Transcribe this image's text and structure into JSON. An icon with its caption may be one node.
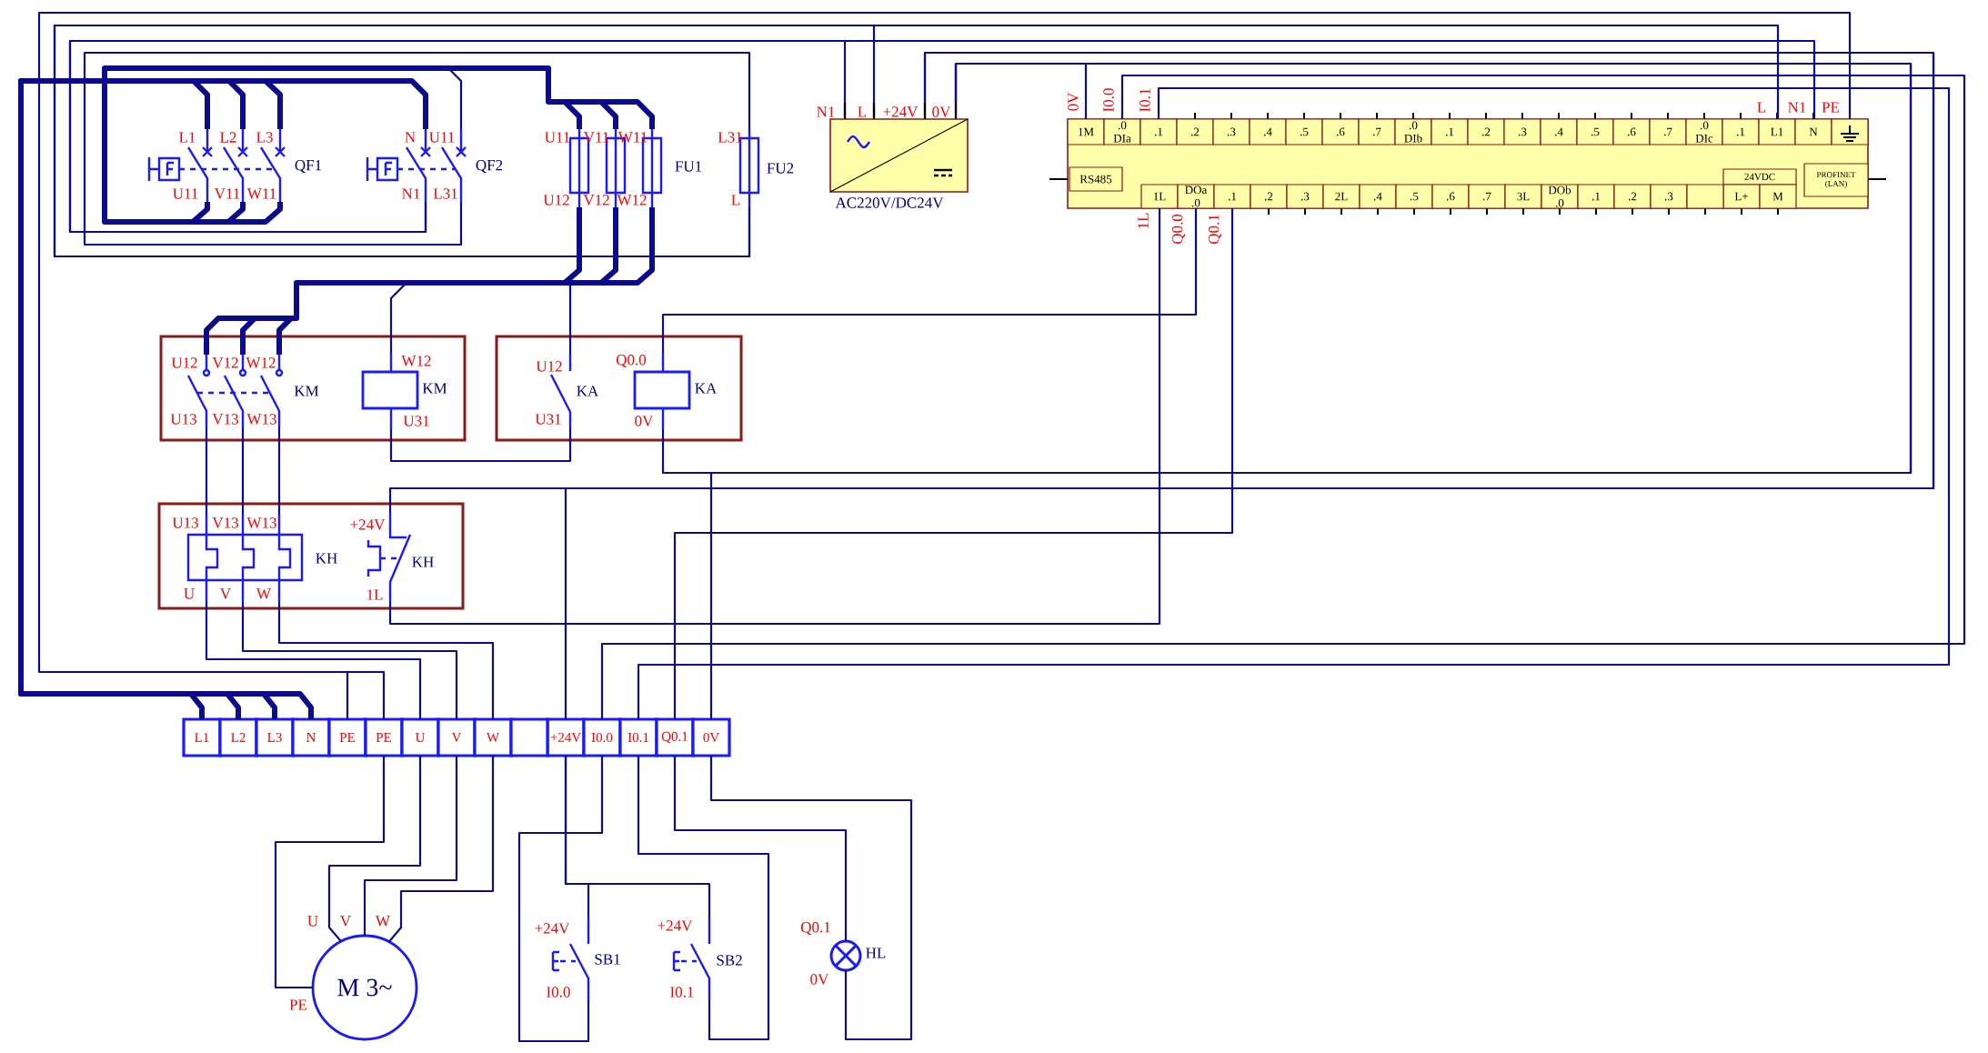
{
  "diagram": {
    "nodes": [
      {
        "text": [
          "L1",
          "L2",
          "L3",
          "QF1",
          "U11",
          "V11",
          "W11"
        ]
      },
      {
        "text": [
          "N",
          "U11",
          "QF2",
          "N1",
          "L31"
        ]
      },
      {
        "text": [
          "U11",
          "V11",
          "W11",
          "FU1",
          "U12",
          "V12",
          "W12"
        ]
      },
      {
        "text": [
          "L31",
          "FU2",
          "L"
        ]
      },
      {
        "text": [
          "N1",
          "L",
          "+24V",
          "0V",
          "AC220V/DC24V"
        ]
      },
      {
        "text": [
          "1M",
          ".0 DIa",
          ".1",
          ".2",
          ".3",
          ".4",
          ".5",
          ".6",
          ".7",
          ".0 DIb",
          ".1",
          ".2",
          ".3",
          ".4",
          ".5",
          ".6",
          ".7",
          ".0 DIc",
          ".1",
          "L1",
          "N",
          "RS485",
          "24VDC",
          "PROFINET (LAN)",
          "1L",
          "DOa .0",
          ".1",
          ".2",
          ".3",
          "2L",
          ".4",
          ".5",
          ".6",
          ".7",
          "3L",
          "DOb .0",
          ".1",
          ".2",
          ".3",
          "L+",
          "M"
        ],
        "beside": [
          "0V",
          "I0.0",
          "I0.1",
          "L",
          "N1",
          "PE",
          "1L",
          "Q0.0",
          "Q0.1"
        ]
      },
      {
        "text": [],
        "shape": "box"
      },
      {
        "text": [
          "U12",
          "V12",
          "W12",
          "KM",
          "U13",
          "V13",
          "W13"
        ],
        "in": 6
      },
      {
        "text": [
          "W12",
          "KM",
          "U31"
        ],
        "in": 6
      },
      {
        "text": [],
        "shape": "box"
      },
      {
        "text": [
          "U12",
          "KA",
          "U31"
        ],
        "in": 9
      },
      {
        "text": [
          "Q0.0",
          "KA",
          "0V"
        ],
        "in": 9
      },
      {
        "text": [],
        "shape": "box"
      },
      {
        "text": [
          "U13",
          "V13",
          "W13",
          "KH",
          "U",
          "V",
          "W"
        ],
        "in": 12
      },
      {
        "text": [
          "+24V",
          "KH",
          "1L"
        ],
        "in": 12
      },
      {
        "text": [
          "L1",
          "L2",
          "L3",
          "N",
          "PE",
          "PE",
          "U",
          "V",
          "W",
          "+24V",
          "I0.0",
          "I0.1",
          "Q0.1",
          "0V"
        ]
      },
      {
        "text": [
          "M 3~"
        ],
        "beside": [
          "U",
          "V",
          "W",
          "PE"
        ]
      },
      {
        "text": [
          "+24V",
          "SB1",
          "I0.0"
        ]
      },
      {
        "text": [
          "+24V",
          "SB2",
          "I0.1"
        ]
      },
      {
        "text": [
          "HL"
        ],
        "beside": [
          "Q0.1",
          "0V"
        ]
      }
    ],
    "edges": [
      {
        "from": 15,
        "to": 0,
        "arrow": "none",
        "style": "thick"
      },
      {
        "from": 15,
        "to": 1,
        "arrow": "none",
        "style": "thick"
      },
      {
        "from": 0,
        "to": 2,
        "arrow": "none",
        "style": "thick"
      },
      {
        "from": 0,
        "to": 1,
        "arrow": "none"
      },
      {
        "from": 1,
        "to": 3,
        "arrow": "none"
      },
      {
        "from": 3,
        "to": 5,
        "arrow": "none"
      },
      {
        "from": 3,
        "to": 4,
        "arrow": "none"
      },
      {
        "from": 1,
        "to": 5,
        "arrow": "none"
      },
      {
        "from": 1,
        "to": 4,
        "arrow": "none"
      },
      {
        "from": 15,
        "to": 5,
        "arrow": "none"
      },
      {
        "from": 2,
        "to": 7,
        "arrow": "none",
        "style": "thick"
      },
      {
        "from": 2,
        "to": 8,
        "arrow": "none"
      },
      {
        "from": 2,
        "to": 10,
        "arrow": "none"
      },
      {
        "from": 8,
        "to": 10,
        "arrow": "none"
      },
      {
        "from": 11,
        "to": 5,
        "arrow": "none"
      },
      {
        "from": 4,
        "to": 5,
        "arrow": "none"
      },
      {
        "from": 4,
        "to": 11,
        "arrow": "none"
      },
      {
        "from": 4,
        "to": 15,
        "arrow": "none"
      },
      {
        "from": 4,
        "to": 14,
        "arrow": "none"
      },
      {
        "from": 4,
        "to": 15,
        "arrow": "none"
      },
      {
        "from": 14,
        "to": 5,
        "arrow": "none"
      },
      {
        "from": 5,
        "to": 15,
        "arrow": "none"
      },
      {
        "from": 5,
        "to": 15,
        "arrow": "none"
      },
      {
        "from": 5,
        "to": 15,
        "arrow": "none"
      },
      {
        "from": 7,
        "to": 13,
        "arrow": "none"
      },
      {
        "from": 7,
        "to": 13,
        "arrow": "none"
      },
      {
        "from": 7,
        "to": 13,
        "arrow": "none"
      },
      {
        "from": 13,
        "to": 15,
        "arrow": "none"
      },
      {
        "from": 13,
        "to": 15,
        "arrow": "none"
      },
      {
        "from": 13,
        "to": 15,
        "arrow": "none"
      },
      {
        "from": 15,
        "to": 16,
        "arrow": "none"
      },
      {
        "from": 15,
        "to": 16,
        "arrow": "none"
      },
      {
        "from": 15,
        "to": 16,
        "arrow": "none"
      },
      {
        "from": 15,
        "to": 16,
        "arrow": "none"
      },
      {
        "from": 15,
        "to": 17,
        "arrow": "none"
      },
      {
        "from": 15,
        "to": 18,
        "arrow": "none"
      },
      {
        "from": 15,
        "to": 17,
        "arrow": "none"
      },
      {
        "from": 15,
        "to": 18,
        "arrow": "none"
      },
      {
        "from": 15,
        "to": 19,
        "arrow": "none"
      },
      {
        "from": 15,
        "to": 19,
        "arrow": "none"
      }
    ]
  }
}
